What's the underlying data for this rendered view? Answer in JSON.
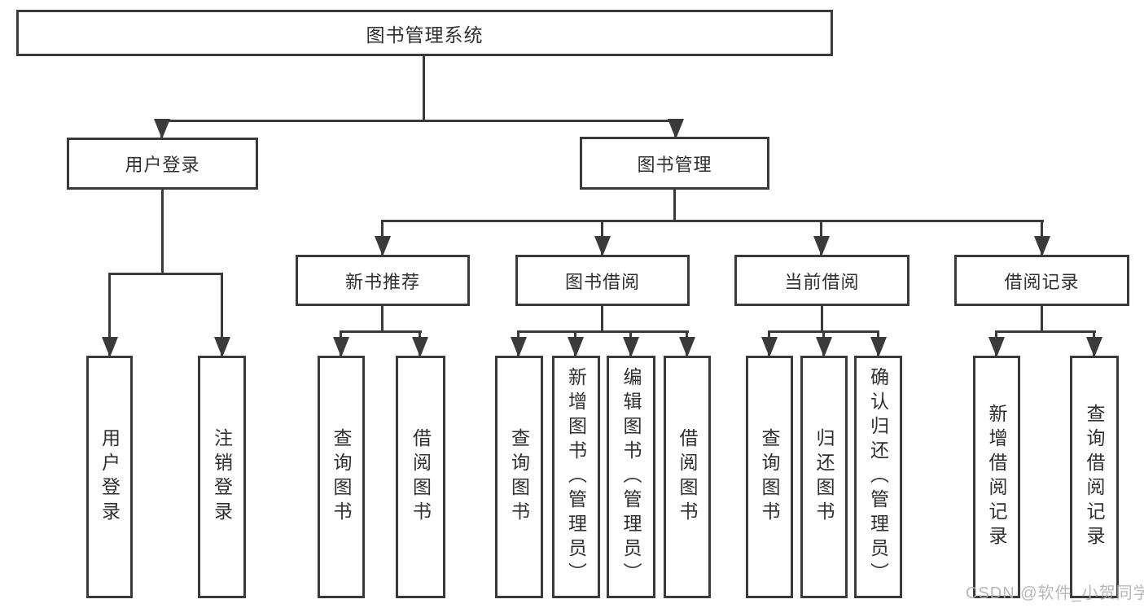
{
  "colors": {
    "line": "#3a3a3a",
    "box_border": "#3a3a3a",
    "box_background": "#ffffff",
    "text": "#2f2f2f",
    "watermark": "#b2b2b2"
  },
  "watermark": {
    "text": "CSDN @软件_小贺同学"
  },
  "tree": {
    "root": {
      "label": "图书管理系统"
    },
    "branches": [
      {
        "label": "用户登录",
        "children": [
          {
            "label": "用户登录"
          },
          {
            "label": "注销登录"
          }
        ]
      },
      {
        "label": "图书管理",
        "children": [
          {
            "label": "新书推荐",
            "children": [
              {
                "label": "查询图书"
              },
              {
                "label": "借阅图书"
              }
            ]
          },
          {
            "label": "图书借阅",
            "children": [
              {
                "label": "查询图书"
              },
              {
                "label": "新增图书（管理员）"
              },
              {
                "label": "编辑图书（管理员）"
              },
              {
                "label": "借阅图书"
              }
            ]
          },
          {
            "label": "当前借阅",
            "children": [
              {
                "label": "查询图书"
              },
              {
                "label": "归还图书"
              },
              {
                "label": "确认归还（管理员）"
              }
            ]
          },
          {
            "label": "借阅记录",
            "children": [
              {
                "label": "新增借阅记录"
              },
              {
                "label": "查询借阅记录"
              }
            ]
          }
        ]
      }
    ]
  }
}
